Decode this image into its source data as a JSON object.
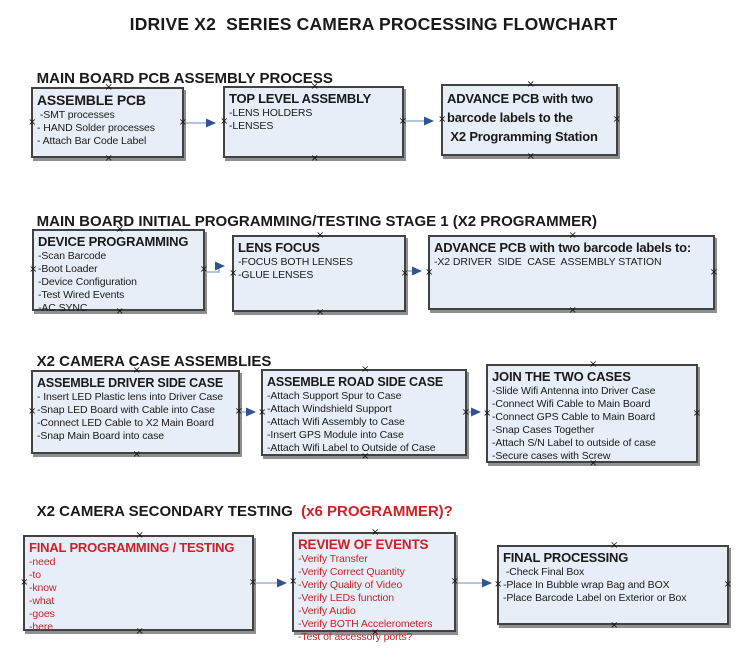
{
  "title": "IDRIVE X2  SERIES CAMERA PROCESSING FLOWCHART",
  "colors": {
    "red": "#cc2127",
    "box-fill": "#e8eef8",
    "box-border": "#424242",
    "shadow": "#8f8f8f",
    "arrow-line": "#95b3d7",
    "arrow-head": "#2f5491",
    "text": "#1a1a1a"
  },
  "glyphs": {
    "handle": "×"
  },
  "sections": [
    {
      "heading": "MAIN BOARD PCB ASSEMBLY PROCESS",
      "boxes": [
        {
          "title_lines": [
            "ASSEMBLE PCB"
          ],
          "items": [
            " -SMT processes",
            "- HAND Solder processes",
            "- Attach Bar Code Label"
          ]
        },
        {
          "title_lines": [
            "TOP LEVEL ASSEMBLY"
          ],
          "items": [
            "-LENS HOLDERS",
            "-LENSES"
          ]
        },
        {
          "title_lines": [
            "ADVANCE PCB with two",
            "barcode labels to the",
            " X2 Programming Station"
          ],
          "items": []
        }
      ]
    },
    {
      "heading": "MAIN BOARD INITIAL PROGRAMMING/TESTING STAGE 1 (X2 PROGRAMMER)",
      "boxes": [
        {
          "title_lines": [
            "DEVICE PROGRAMMING"
          ],
          "items": [
            "-Scan Barcode",
            "-Boot Loader",
            "-Device Configuration",
            "-Test Wired Events",
            "-AC SYNC"
          ]
        },
        {
          "title_lines": [
            "LENS FOCUS"
          ],
          "items": [
            "-FOCUS BOTH LENSES",
            "-GLUE LENSES"
          ]
        },
        {
          "title_lines": [
            "ADVANCE PCB with two barcode labels to:"
          ],
          "items": [
            "-X2 DRIVER  SIDE  CASE  ASSEMBLY STATION"
          ]
        }
      ]
    },
    {
      "heading": "X2 CAMERA CASE ASSEMBLIES",
      "boxes": [
        {
          "title_lines": [
            "ASSEMBLE DRIVER SIDE CASE"
          ],
          "items": [
            "- Insert LED Plastic lens into Driver Case",
            "-Snap LED Board with Cable into Case",
            "-Connect LED Cable to X2 Main Board",
            "-Snap Main Board into case"
          ]
        },
        {
          "title_lines": [
            "ASSEMBLE ROAD SIDE CASE"
          ],
          "items": [
            "-Attach Support Spur to Case",
            "-Attach Windshield Support",
            "-Attach Wifi Assembly to Case",
            "-Insert GPS Module into Case",
            "-Attach Wifi Label to Outside of Case"
          ]
        },
        {
          "title_lines": [
            "JOIN THE TWO CASES"
          ],
          "items": [
            "-Slide Wifi Antenna into Driver Case",
            "-Connect Wifi Cable to Main Board",
            "-Connect GPS Cable to Main Board",
            "-Snap Cases Together",
            "-Attach S/N Label to outside of case",
            "-Secure cases with Screw"
          ]
        }
      ]
    },
    {
      "heading": "X2 CAMERA SECONDARY TESTING  ",
      "heading_red": "(x6 PROGRAMMER)?",
      "boxes": [
        {
          "title_lines": [
            "FINAL PROGRAMMING / TESTING"
          ],
          "items": [
            "-need",
            "-to",
            "-know",
            "-what",
            "-goes",
            "-here"
          ],
          "red": true
        },
        {
          "title_lines": [
            "REVIEW OF EVENTS"
          ],
          "items": [
            "-Verify Transfer",
            "-Verify Correct Quantity",
            "-Verify Quality of Video",
            "-Verify LEDs function",
            "-Verify Audio",
            "-Verify BOTH Accelerometers",
            "-Test of accessory ports?"
          ],
          "red": true
        },
        {
          "title_lines": [
            "FINAL PROCESSING"
          ],
          "items": [
            " -Check Final Box",
            "-Place In Bubble wrap Bag and BOX",
            "-Place Barcode Label on Exterior or Box"
          ]
        }
      ]
    }
  ]
}
